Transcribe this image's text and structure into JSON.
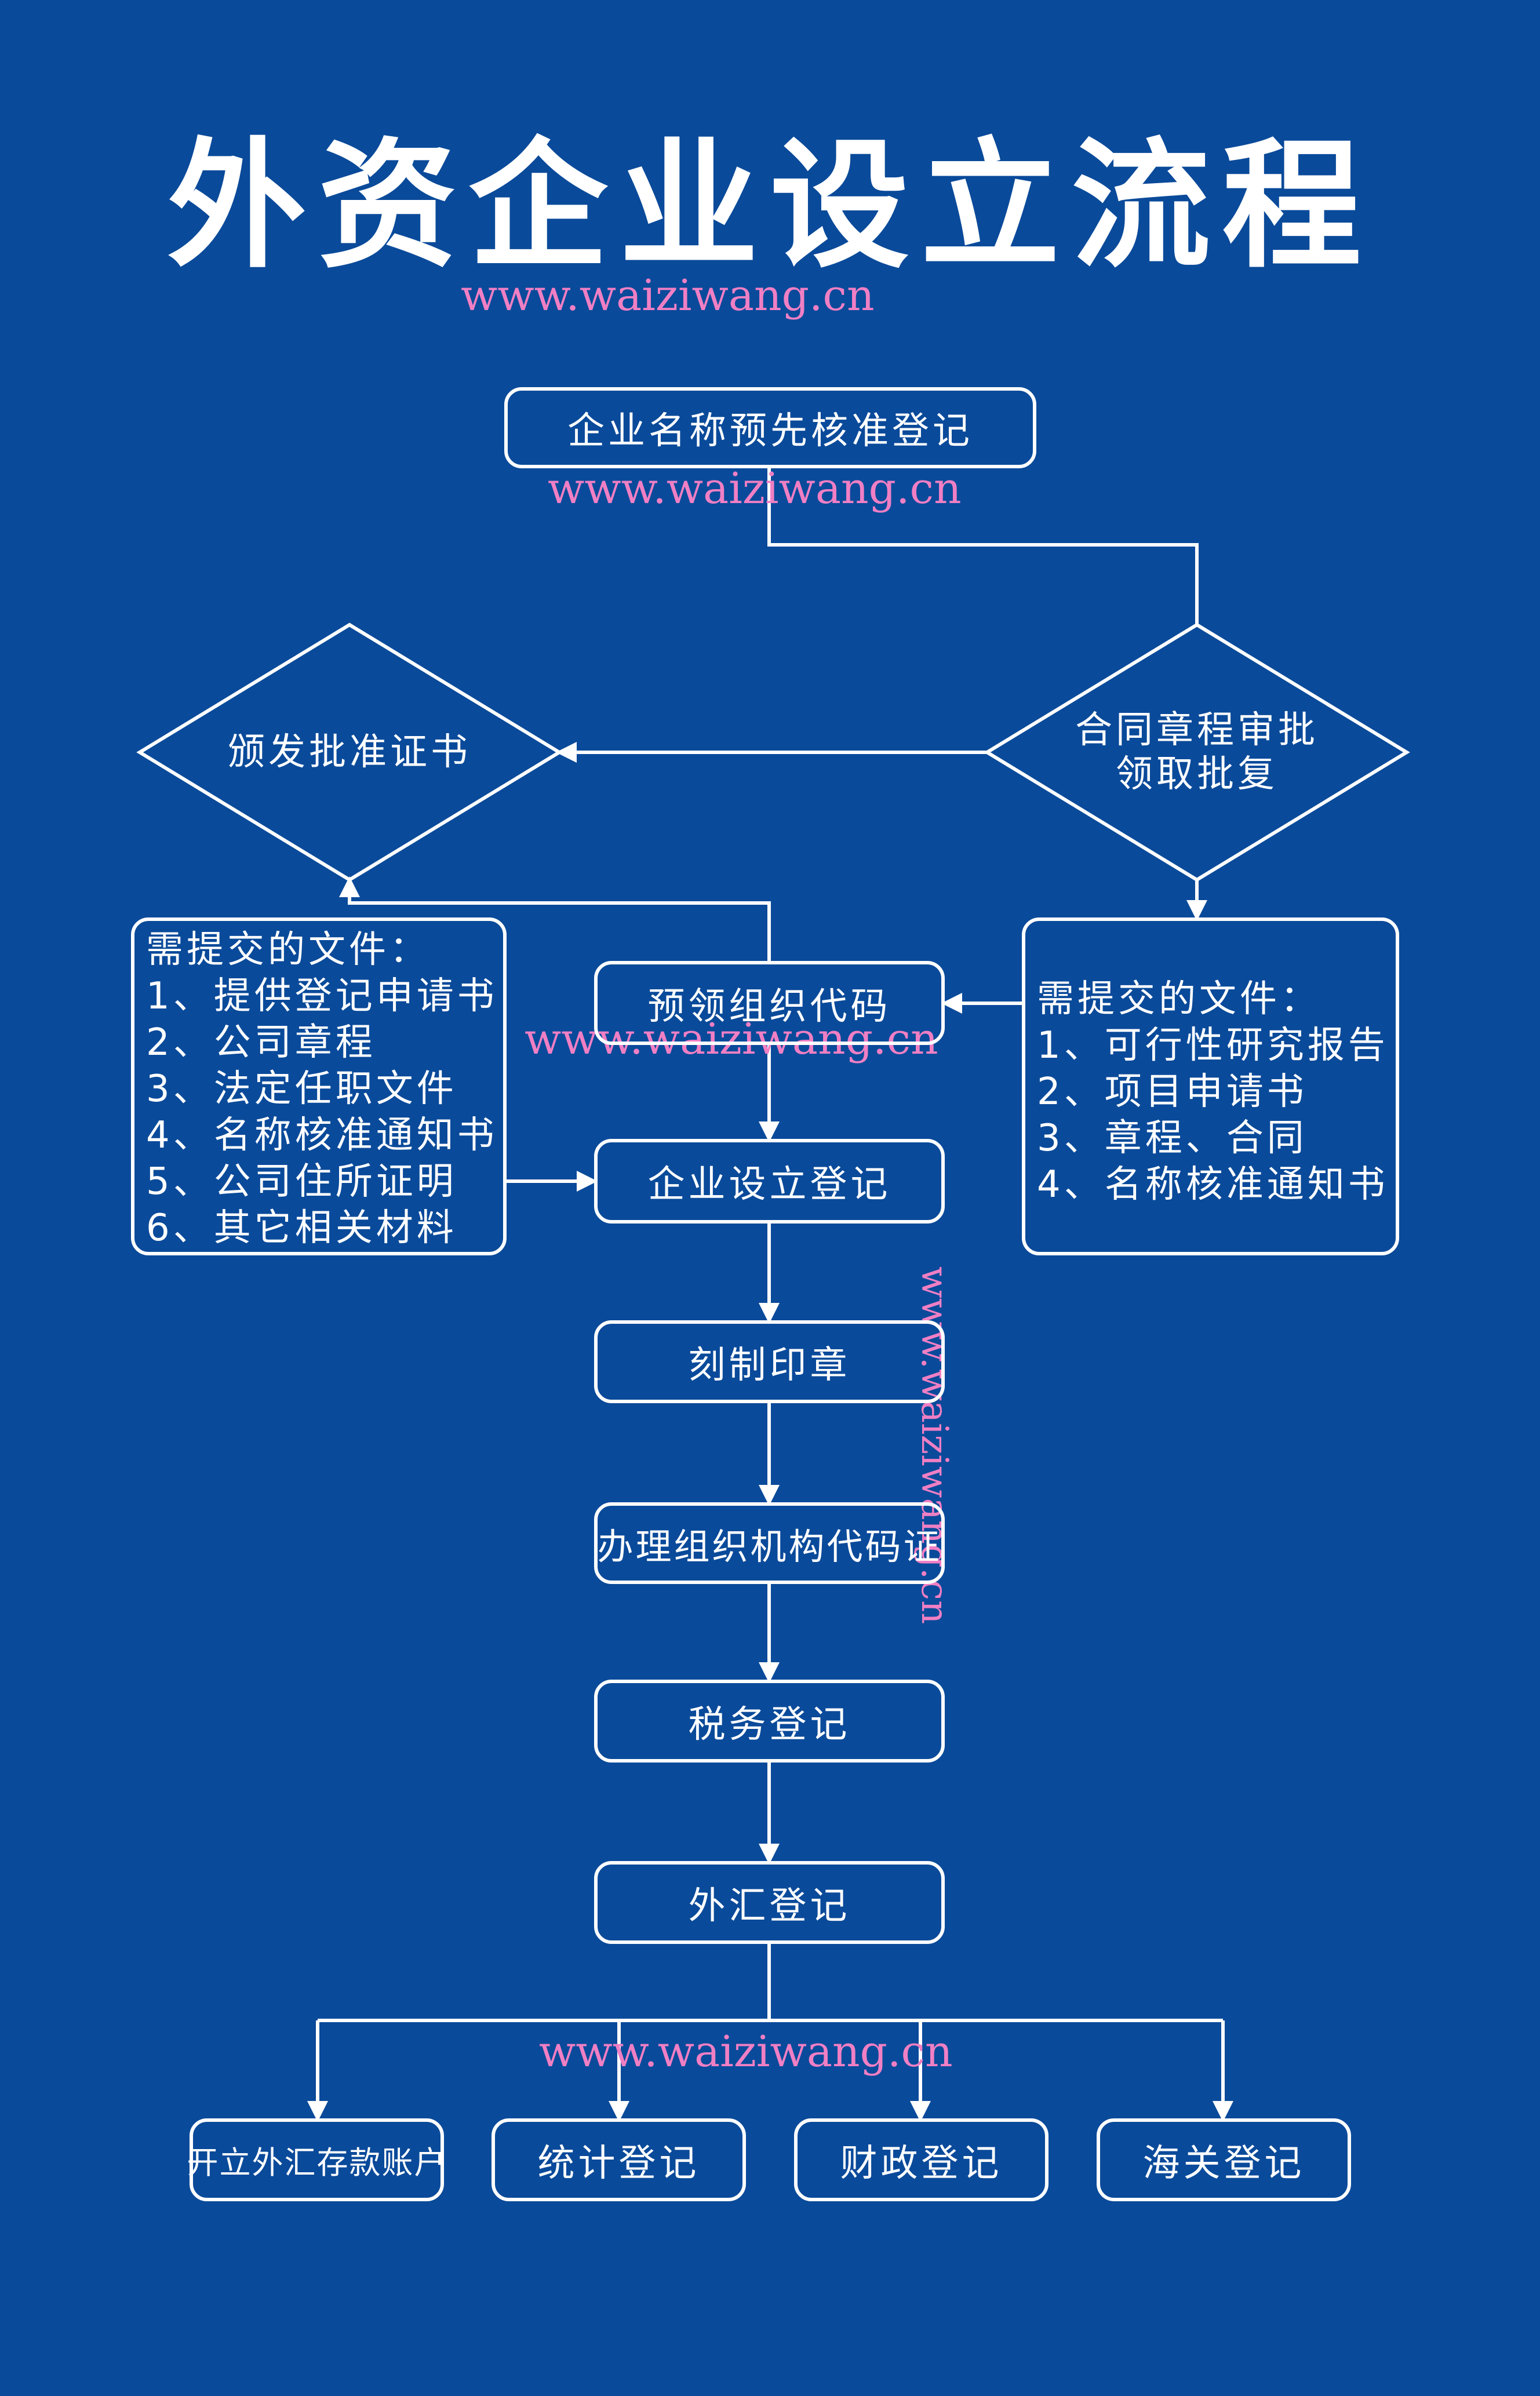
{
  "title": "外资企业设立流程",
  "watermark": "www.waiziwang.cn",
  "steps": {
    "name_preapproval": "企业名称预先核准登记",
    "contract_review": [
      "合同章程审批",
      "领取批复"
    ],
    "issue_certificate": "颁发批准证书",
    "org_code_pre": "预领组织代码",
    "establish_registration": "企业设立登记",
    "seal_making": "刻制印章",
    "org_code_cert": "办理组织机构代码证",
    "tax_registration": "税务登记",
    "forex_registration": "外汇登记",
    "forex_account": "开立外汇存款账户",
    "statistics_registration": "统计登记",
    "finance_registration": "财政登记",
    "customs_registration": "海关登记"
  },
  "docs_left": {
    "heading": "需提交的文件：",
    "items": [
      "1、提供登记申请书",
      "2、公司章程",
      "3、法定任职文件",
      "4、名称核准通知书",
      "5、公司住所证明",
      "6、其它相关材料"
    ]
  },
  "docs_right": {
    "heading": "需提交的文件：",
    "items": [
      "1、可行性研究报告",
      "2、项目申请书",
      "3、章程、合同",
      "4、名称核准通知书"
    ]
  },
  "colors": {
    "background": "#0a4a9a",
    "line": "#ffffff",
    "watermark": "#f07fc4"
  }
}
